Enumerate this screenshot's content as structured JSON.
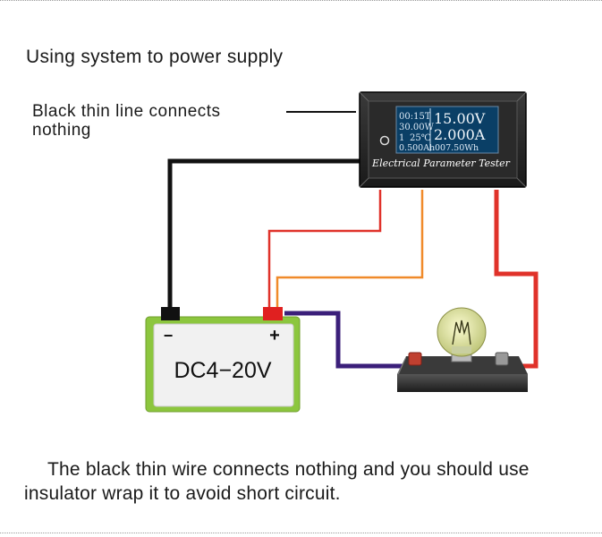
{
  "title": "Using system to power supply",
  "note": "Black thin line connects nothing",
  "caption": "The black thin wire connects nothing and you should use insulator wrap it to avoid short circuit.",
  "meter": {
    "label": "Electrical Parameter Tester",
    "time": "00:15T",
    "power": "30.00W",
    "group": "1",
    "temp": "25℃",
    "capacity": "0.500Ah",
    "energy": "007.50Wh",
    "voltage": "15.00V",
    "current": "2.000A"
  },
  "battery": {
    "label": "DC4−20V",
    "neg": "−",
    "pos": "+"
  },
  "colors": {
    "black_wire": "#111111",
    "red_wire": "#e0322a",
    "orange_wire": "#f08a2a",
    "purple_wire": "#3b1f7a",
    "battery_border": "#8cc63e",
    "meter_screen": "#0a3f66"
  }
}
